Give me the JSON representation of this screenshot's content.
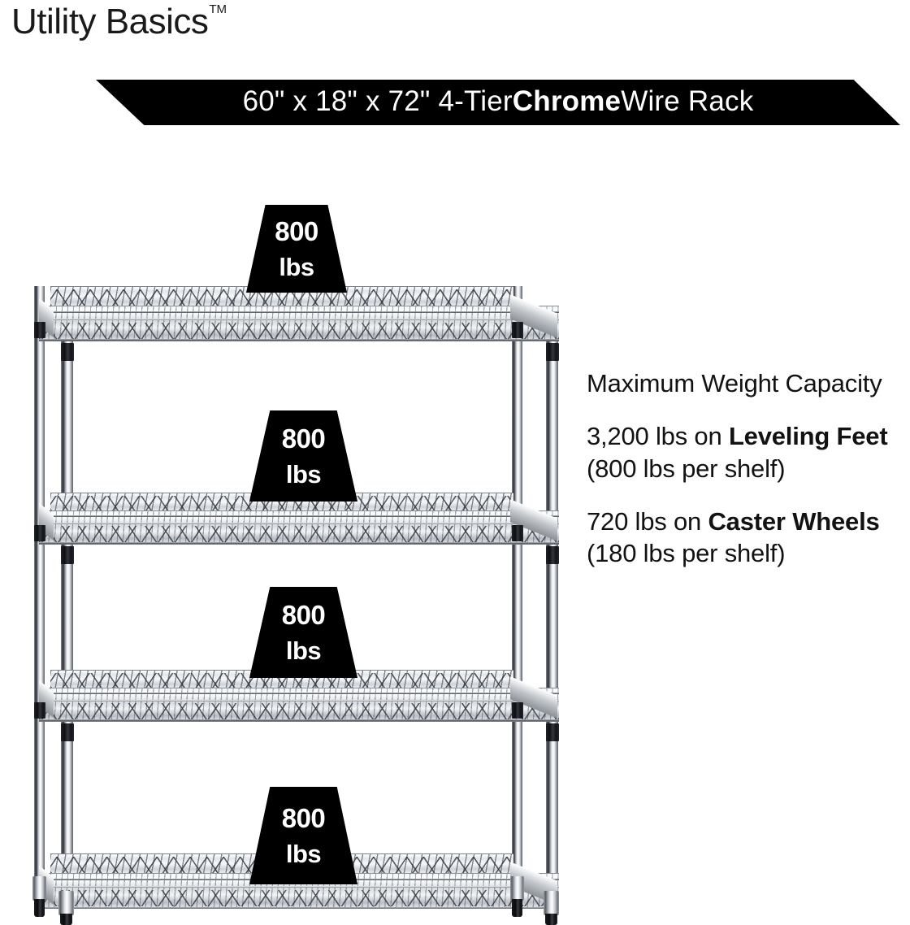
{
  "brand": {
    "name": "Utility Basics",
    "trademark": "TM"
  },
  "banner": {
    "dimensions": "60\" x 18\" x 72\" 4-Tier ",
    "emphasis": "Chrome",
    "suffix": " Wire Rack",
    "background_color": "#000000",
    "text_color": "#ffffff"
  },
  "product": {
    "type": "chrome-wire-shelving-rack",
    "tiers": 4,
    "shelves": [
      {
        "id": "shelf-1",
        "badge_number": "800",
        "badge_unit": "lbs"
      },
      {
        "id": "shelf-2",
        "badge_number": "800",
        "badge_unit": "lbs"
      },
      {
        "id": "shelf-3",
        "badge_number": "800",
        "badge_unit": "lbs"
      },
      {
        "id": "shelf-4",
        "badge_number": "800",
        "badge_unit": "lbs"
      }
    ]
  },
  "specs": {
    "heading_line1": "Maximum Weight",
    "heading_line2": "Capacity",
    "leveling": {
      "lead": "3,200 lbs on ",
      "bold": "Leveling Feet",
      "tail": " (800 lbs per shelf)"
    },
    "caster": {
      "lead": "720 lbs on ",
      "bold": "Caster Wheels",
      "tail": " (180 lbs per shelf)"
    }
  }
}
